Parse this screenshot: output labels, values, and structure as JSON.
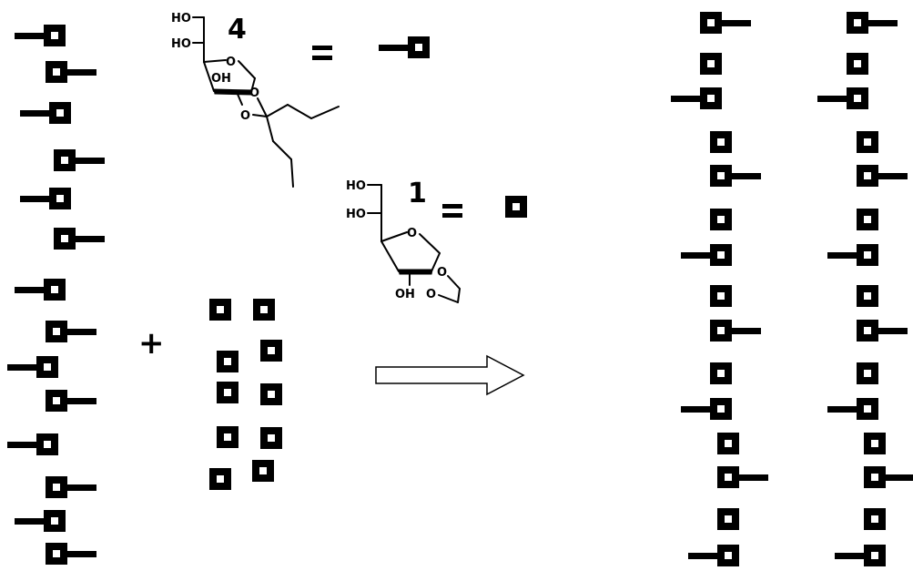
{
  "molecule_4": {
    "number": "4",
    "labels": [
      "HO",
      "HO",
      "OH",
      "O",
      "O",
      "O"
    ]
  },
  "molecule_1": {
    "number": "1",
    "labels": [
      "HO",
      "HO",
      "OH",
      "O",
      "O",
      "O"
    ]
  },
  "plus_sign": "+",
  "colors": {
    "ink": "#000000",
    "background": "#ffffff",
    "arrow_fill": "#ffffff"
  },
  "icons": {
    "tagged_unit": "square-with-bar-icon",
    "plain_unit": "square-icon",
    "reaction_arrow": "hollow-right-arrow-icon",
    "equals_sign": "equals-icon"
  }
}
